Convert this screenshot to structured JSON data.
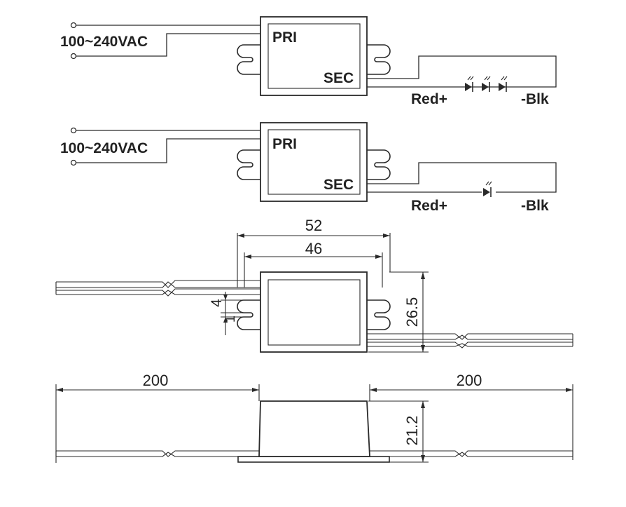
{
  "diagram1": {
    "input_label": "100~240VAC",
    "pri_label": "PRI",
    "sec_label": "SEC",
    "pos_label": "Red+",
    "neg_label": "-Blk",
    "led_count": 3
  },
  "diagram2": {
    "input_label": "100~240VAC",
    "pri_label": "PRI",
    "sec_label": "SEC",
    "pos_label": "Red+",
    "neg_label": "-Blk",
    "led_count": 1
  },
  "top_view": {
    "dim_overall_width": "52",
    "dim_inner_width": "46",
    "dim_height": "26.5",
    "dim_tab_1": "4",
    "dim_tab_2": "1"
  },
  "side_view": {
    "dim_left_wire": "200",
    "dim_right_wire": "200",
    "dim_height": "21.2"
  }
}
